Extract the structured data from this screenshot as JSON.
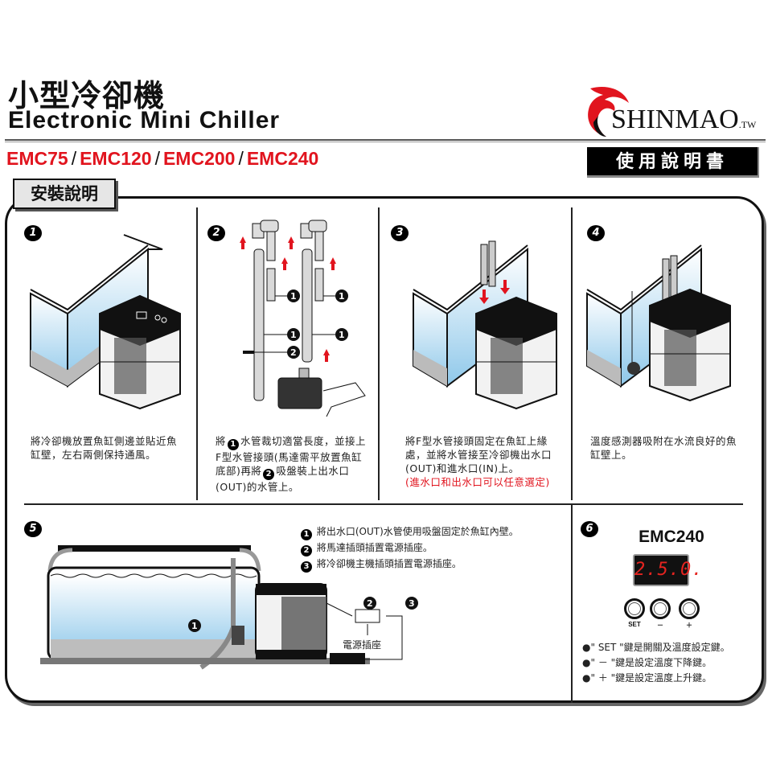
{
  "header": {
    "title_zh": "小型冷卻機",
    "title_en": "Electronic Mini Chiller",
    "models": [
      "EMC75",
      "EMC120",
      "EMC200",
      "EMC240"
    ],
    "model_separator": "/",
    "brand": "SHINMAO",
    "brand_suffix": ".TW",
    "manual_label": "使用說明書",
    "accent_color": "#e1141e"
  },
  "section": {
    "title": "安裝說明"
  },
  "steps": [
    {
      "number": "1",
      "illustration": "chiller-beside-aquarium",
      "text": "將冷卻機放置魚缸側邊並貼近魚缸壁，左右兩側保持通風。"
    },
    {
      "number": "2",
      "illustration": "pipes-and-pump",
      "text_parts": [
        "將",
        "1",
        "水管裁切適當長度，並接上F型水管接頭(馬達需平放置魚缸底部)再將",
        "2",
        "吸盤裝上出水口(OUT)的水管上。"
      ],
      "callouts": [
        "1",
        "1",
        "1",
        "1",
        "2"
      ]
    },
    {
      "number": "3",
      "illustration": "fix-pipes-to-tank",
      "text": "將F型水管接頭固定在魚缸上緣處，並將水管接至冷卻機出水口(OUT)和進水口(IN)上。",
      "note": "(進水口和出水口可以任意選定)"
    },
    {
      "number": "4",
      "illustration": "temperature-sensor",
      "text": "溫度感測器吸附在水流良好的魚缸壁上。"
    },
    {
      "number": "5",
      "illustration": "full-setup",
      "list": [
        {
          "n": "1",
          "text": "將出水口(OUT)水管使用吸盤固定於魚缸內壁。"
        },
        {
          "n": "2",
          "text": "將馬達插頭插置電源插座。"
        },
        {
          "n": "3",
          "text": "將冷卻機主機插頭插置電源插座。"
        }
      ],
      "socket_label": "電源插座"
    },
    {
      "number": "6",
      "model": "EMC240",
      "display_value": "2.5.0.",
      "buttons": [
        "SET",
        "－",
        "＋"
      ],
      "notes": [
        "\" SET \"鍵是開關及溫度設定鍵。",
        "\" － \"鍵是設定溫度下降鍵。",
        "\" ＋ \"鍵是設定溫度上升鍵。"
      ]
    }
  ]
}
